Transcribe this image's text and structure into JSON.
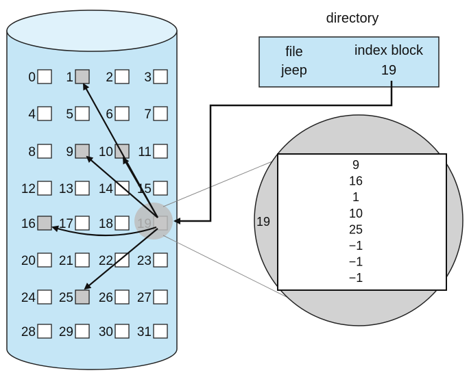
{
  "directory": {
    "title": "directory",
    "headers": [
      "file",
      "index block"
    ],
    "entry": {
      "file": "jeep",
      "index_block": "19"
    }
  },
  "disk": {
    "blocks": [
      0,
      1,
      2,
      3,
      4,
      5,
      6,
      7,
      8,
      9,
      10,
      11,
      12,
      13,
      14,
      15,
      16,
      17,
      18,
      19,
      20,
      21,
      22,
      23,
      24,
      25,
      26,
      27,
      28,
      29,
      30,
      31
    ],
    "allocated_blocks": [
      1,
      9,
      10,
      16,
      25
    ],
    "index_block": 19,
    "colors": {
      "disk": "#c5e6f6",
      "disk_top": "#dff2fb",
      "allocated": "#c8c8c8",
      "free": "#ffffff",
      "zoom_circle": "#d2d2d2",
      "directory_box": "#c5e6f6"
    }
  },
  "index_block_detail": {
    "label": "19",
    "entries": [
      "9",
      "16",
      "1",
      "10",
      "25",
      "−1",
      "−1",
      "−1"
    ]
  }
}
